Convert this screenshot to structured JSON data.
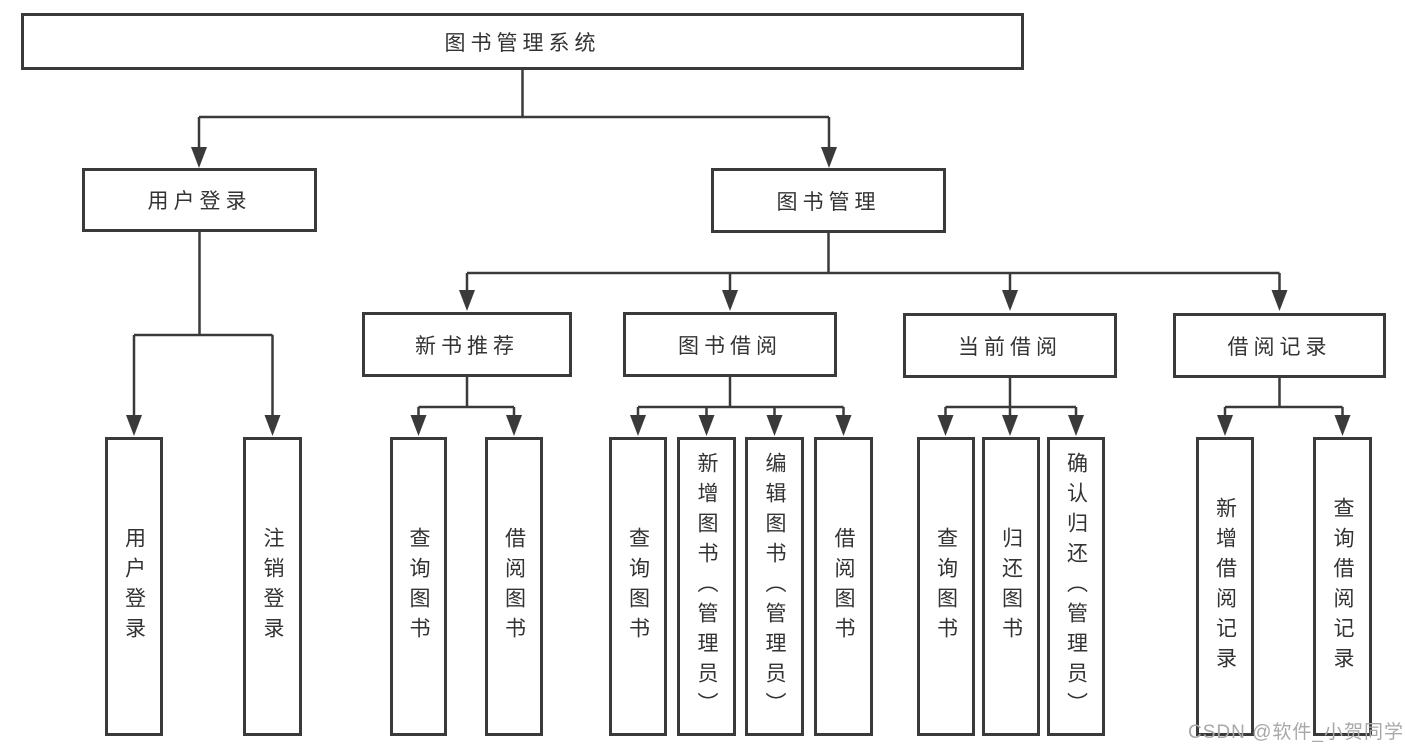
{
  "diagram": {
    "root": "图书管理系统",
    "level2": {
      "user": "用户登录",
      "book": "图书管理"
    },
    "level3": {
      "newbook": "新书推荐",
      "borrow": "图书借阅",
      "current": "当前借阅",
      "record": "借阅记录"
    },
    "leaves": {
      "user": [
        "用户登录",
        "注销登录"
      ],
      "newbook": [
        "查询图书",
        "借阅图书"
      ],
      "borrow": [
        "查询图书",
        "新增图书（管理员）",
        "编辑图书（管理员）",
        "借阅图书"
      ],
      "current": [
        "查询图书",
        "归还图书",
        "确认归还（管理员）"
      ],
      "record": [
        "新增借阅记录",
        "查询借阅记录"
      ]
    }
  },
  "watermark": "CSDN @软件_小贺同学",
  "colors": {
    "line": "#3a3a3a",
    "text": "#333333",
    "watermark": "#a8a8a8",
    "background": "#ffffff"
  }
}
